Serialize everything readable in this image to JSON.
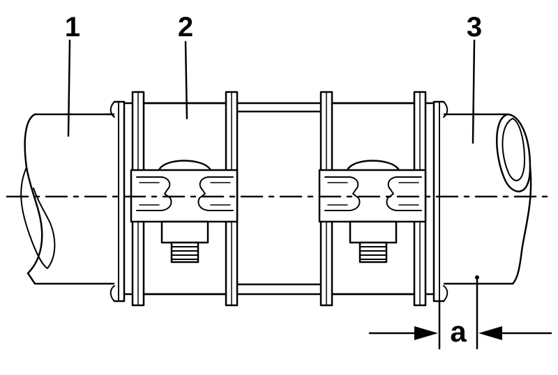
{
  "labels": {
    "part_1": "1",
    "part_2": "2",
    "part_3": "3"
  },
  "dimension": {
    "label": "a"
  }
}
